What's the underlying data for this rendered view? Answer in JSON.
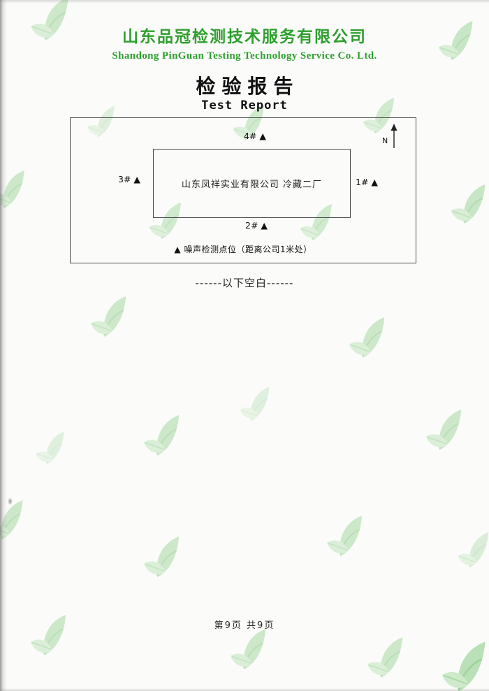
{
  "header": {
    "company_cn": "山东品冠检测技术服务有限公司",
    "company_en": "Shandong PinGuan Testing Technology Service Co. Ltd.",
    "report_title_cn": "检验报告",
    "report_title_en": "Test Report"
  },
  "diagram": {
    "facility_label": "山东凤祥实业有限公司  冷藏二厂",
    "north_label": "N",
    "points": {
      "p4": "4# ▲",
      "p3": "3# ▲",
      "p1": "1# ▲",
      "p2": "2# ▲"
    },
    "legend": "▲  噪声检测点位（距离公司1米处）"
  },
  "body": {
    "blank_note": "------以下空白------"
  },
  "footer": {
    "page_info": "第9页 共9页"
  },
  "colors": {
    "brand_green": "#2ea02e",
    "watermark_green": "#a8d8a3"
  }
}
